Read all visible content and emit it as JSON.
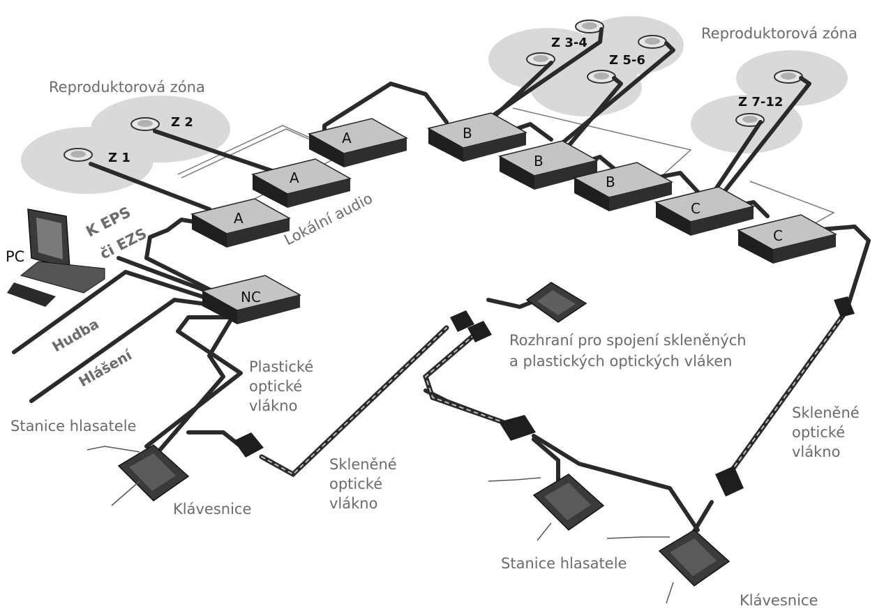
{
  "labels": {
    "zone_left": "Reproduktorová zóna",
    "zone_right": "Reproduktorová zóna",
    "z1": "Z 1",
    "z2": "Z 2",
    "z34": "Z 3-4",
    "z56": "Z 5-6",
    "z712": "Z 7-12",
    "local_audio": "Lokální audio",
    "k_eps": "K EPS",
    "ci_ezs": "či EZS",
    "pc": "PC",
    "hudba": "Hudba",
    "hlaseni": "Hlášení",
    "plastic_fiber_1": "Plastické",
    "plastic_fiber_2": "optické",
    "plastic_fiber_3": "vlákno",
    "station_left": "Stanice hlasatele",
    "keypad_left": "Klávesnice",
    "glass_fiber_mid_1": "Skleněné",
    "glass_fiber_mid_2": "optické",
    "glass_fiber_mid_3": "vlákno",
    "interface_1": "Rozhraní pro spojení skleněných",
    "interface_2": "a plastických optických vláken",
    "glass_fiber_right_1": "Skleněné",
    "glass_fiber_right_2": "optické",
    "glass_fiber_right_3": "vlákno",
    "station_right": "Stanice hlasatele",
    "keypad_right": "Klávesnice"
  },
  "devices": {
    "nc": "NC",
    "a": "A",
    "b": "B",
    "c": "C"
  },
  "colors": {
    "cable": "#2a2a2a",
    "zone_fill": "#d9d9d9",
    "box_top": "#bdbdbd",
    "box_front": "#1e1e1e",
    "label_gray": "#6b6b6b"
  }
}
